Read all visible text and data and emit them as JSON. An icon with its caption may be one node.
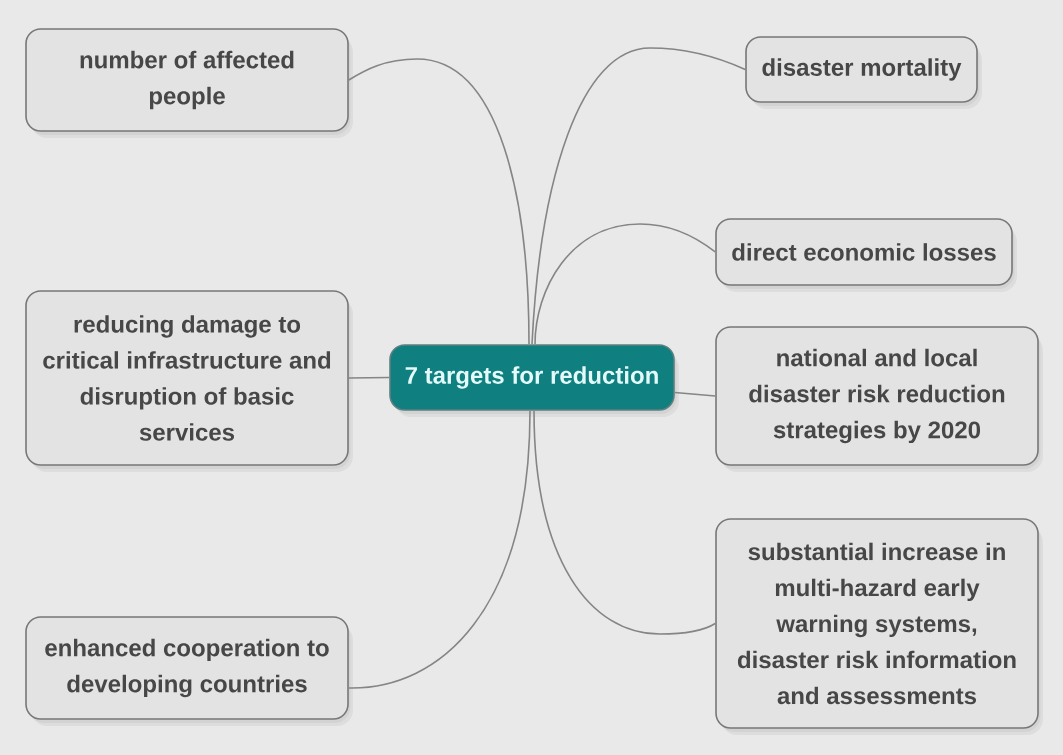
{
  "diagram": {
    "nodes": [
      {
        "text": [
          "7 targets for reduction"
        ]
      },
      {
        "text": [
          "number of affected people"
        ]
      },
      {
        "text": [
          "disaster mortality"
        ]
      },
      {
        "text": [
          "direct economic losses"
        ]
      },
      {
        "text": [
          "reducing damage to critical infrastructure and disruption of basic services"
        ]
      },
      {
        "text": [
          "national and local disaster risk reduction strategies by 2020"
        ]
      },
      {
        "text": [
          "enhanced cooperation to developing countries"
        ]
      },
      {
        "text": [
          "substantial increase in multi-hazard early warning systems, disaster risk information and assessments"
        ]
      }
    ],
    "edges": [
      {
        "from": 0,
        "to": 1,
        "arrow": "none"
      },
      {
        "from": 0,
        "to": 2,
        "arrow": "none"
      },
      {
        "from": 0,
        "to": 3,
        "arrow": "none"
      },
      {
        "from": 0,
        "to": 4,
        "arrow": "none"
      },
      {
        "from": 0,
        "to": 5,
        "arrow": "none"
      },
      {
        "from": 0,
        "to": 6,
        "arrow": "none"
      },
      {
        "from": 0,
        "to": 7,
        "arrow": "none"
      }
    ]
  }
}
